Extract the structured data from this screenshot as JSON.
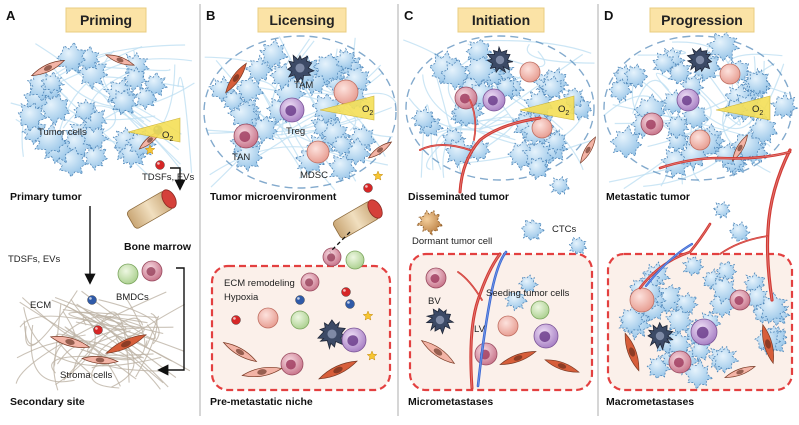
{
  "panels": [
    {
      "letter": "A",
      "title": "Priming",
      "labels": {
        "tumor_cells": "Tumor cells",
        "o2": "O",
        "o2_sub": "2",
        "primary_tumor": "Primary tumor",
        "tdsfs_evs_top": "TDSFs, EVs",
        "tdsfs_evs_left": "TDSFs, EVs",
        "bone_marrow": "Bone marrow",
        "bmdcs": "BMDCs",
        "ecm": "ECM",
        "stroma_cells": "Stroma cells",
        "secondary_site": "Secondary site"
      }
    },
    {
      "letter": "B",
      "title": "Licensing",
      "labels": {
        "tam": "TAM",
        "o2": "O",
        "o2_sub": "2",
        "treg": "Treg",
        "tan": "TAN",
        "mdsc": "MDSC",
        "tumor_microenvironment": "Tumor microenvironment",
        "ecm_remodeling": "ECM remodeling",
        "hypoxia": "Hypoxia",
        "pre_metastatic_niche": "Pre-metastatic niche"
      }
    },
    {
      "letter": "C",
      "title": "Initiation",
      "labels": {
        "o2": "O",
        "o2_sub": "2",
        "disseminated_tumor": "Disseminated tumor",
        "dormant_tumor_cell": "Dormant tumor cell",
        "ctcs": "CTCs",
        "bv": "BV",
        "seeding_tumor_cells": "Seeding tumor cells",
        "lv": "LV",
        "micrometastases": "Micrometastases"
      }
    },
    {
      "letter": "D",
      "title": "Progression",
      "labels": {
        "o2": "O",
        "o2_sub": "2",
        "metastatic_tumor": "Metastatic tumor",
        "macrometastases": "Macrometastases"
      }
    }
  ],
  "colors": {
    "title_box": "#fbe3a6",
    "tumor_cell": "#a9d0ee",
    "tumor_edge": "#4f86b8",
    "fibre": "#bfe0f2",
    "niche_border": "#e34040",
    "niche_fill": "#fbf0ea",
    "divider": "#c8c8c8",
    "vessel_red": "#d23b35",
    "vessel_blue": "#3d6bd6",
    "oxygen": "#f5df57"
  }
}
